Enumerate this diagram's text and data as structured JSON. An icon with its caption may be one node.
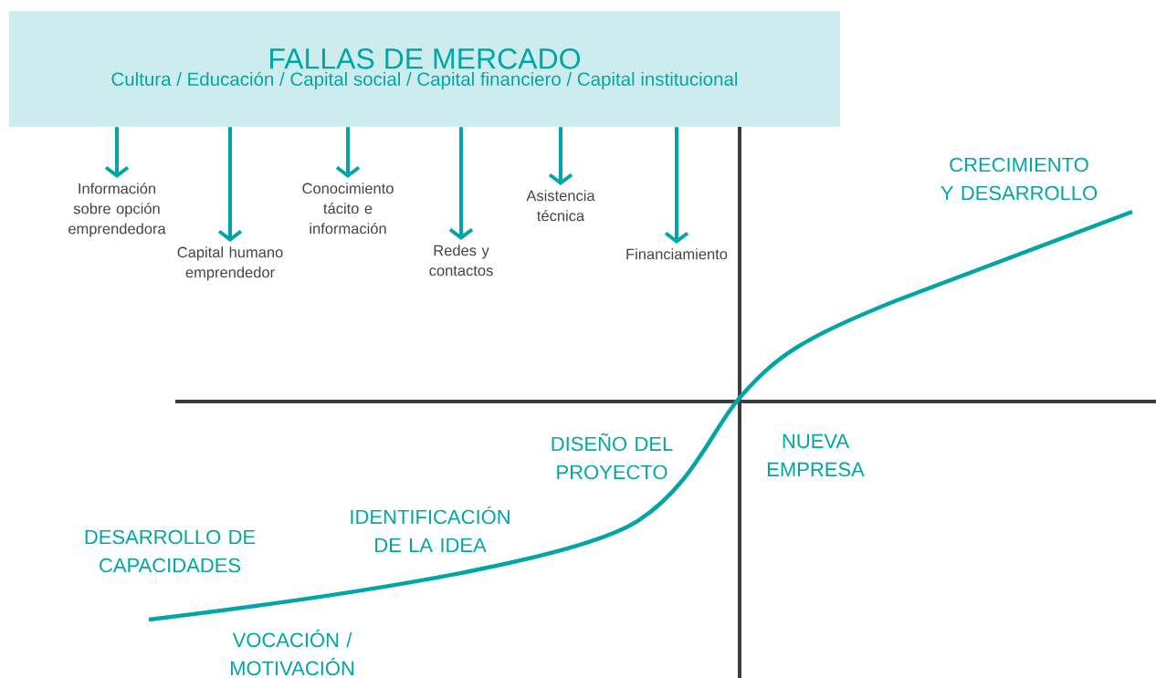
{
  "diagram": {
    "nodes": [
      {
        "text": [
          "FALLAS DE MERCADO",
          "Cultura / Educación / Capital social / Capital financiero / Capital institucional"
        ]
      },
      {
        "text": [
          "Información sobre opción emprendedora"
        ]
      },
      {
        "text": [
          "Capital humano emprendedor"
        ]
      },
      {
        "text": [
          "Conocimiento tácito e información"
        ]
      },
      {
        "text": [
          "Redes y contactos"
        ]
      },
      {
        "text": [
          "Asistencia técnica"
        ]
      },
      {
        "text": [
          "Financiamiento"
        ]
      }
    ],
    "edges": [
      {
        "from": 0,
        "to": 1,
        "arrow": "to"
      },
      {
        "from": 0,
        "to": 2,
        "arrow": "to"
      },
      {
        "from": 0,
        "to": 3,
        "arrow": "to"
      },
      {
        "from": 0,
        "to": 4,
        "arrow": "to"
      },
      {
        "from": 0,
        "to": 5,
        "arrow": "to"
      },
      {
        "from": 0,
        "to": 6,
        "arrow": "to"
      }
    ],
    "labels": [
      "CRECIMIENTO Y DESARROLLO",
      "DISEÑO DEL PROYECTO",
      "NUEVA EMPRESA",
      "IDENTIFICACIÓN DE LA IDEA",
      "DESARROLLO DE CAPACIDADES",
      "VOCACIÓN / MOTIVACIÓN"
    ]
  }
}
